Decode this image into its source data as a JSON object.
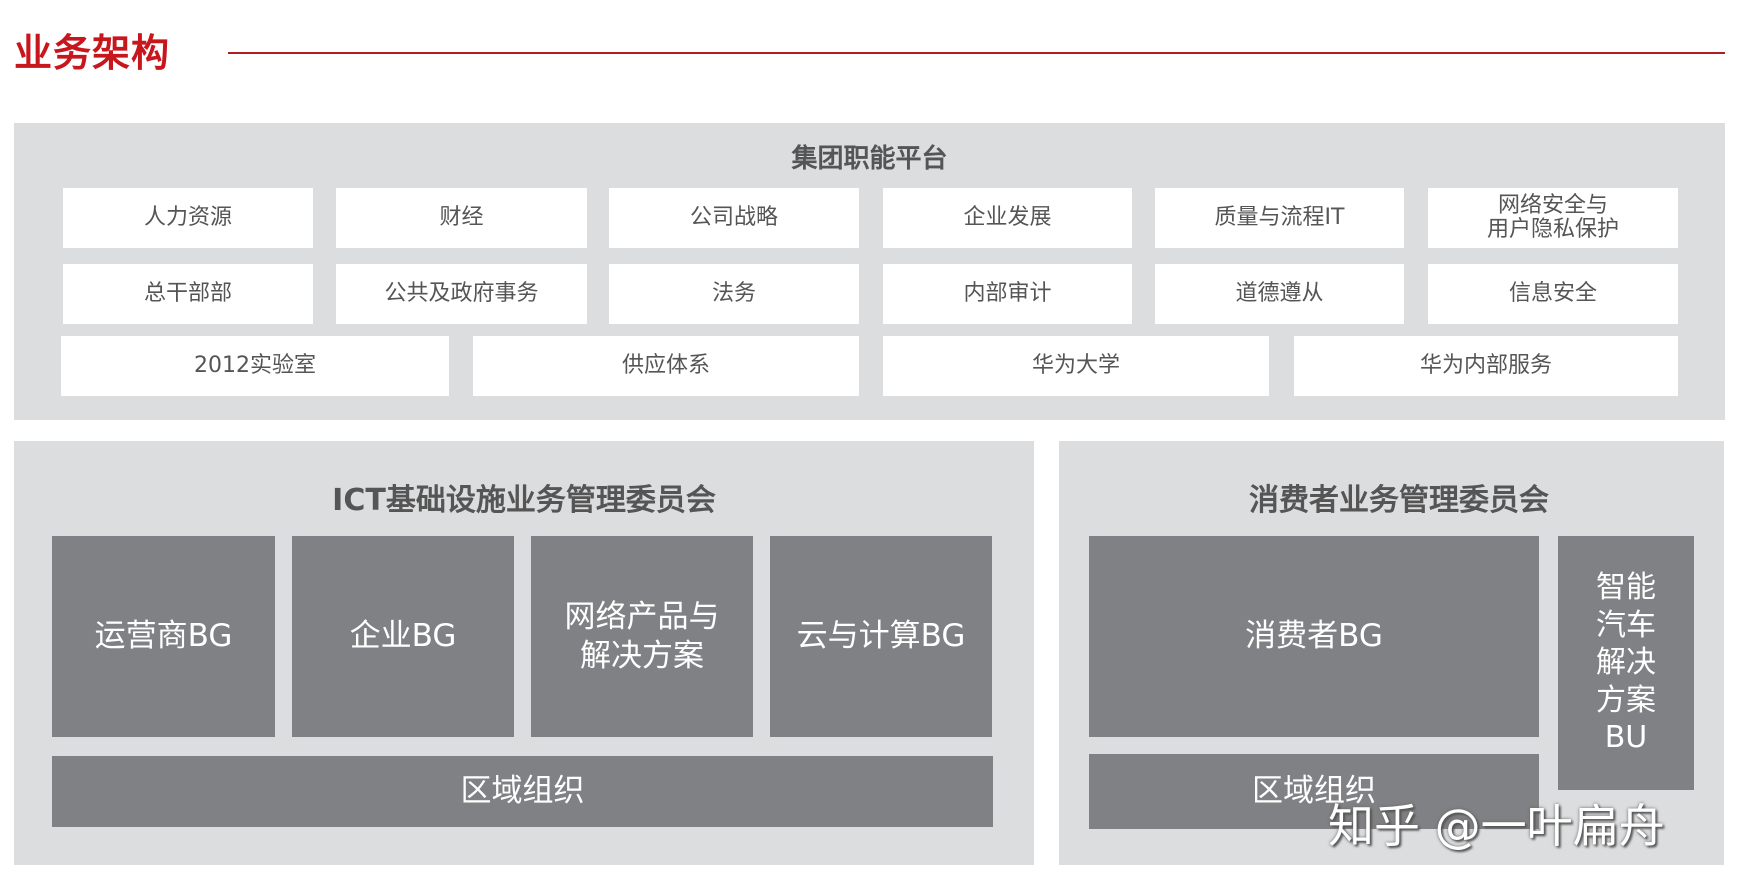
{
  "title": "业务架构",
  "colors": {
    "accent": "#c8161d",
    "panel": "#dcdddf",
    "dark_box": "#808184"
  },
  "group_platform": {
    "header": "集团职能平台",
    "row1": [
      "人力资源",
      "财经",
      "公司战略",
      "企业发展",
      "质量与流程IT",
      "网络安全与\n用户隐私保护"
    ],
    "row2": [
      "总干部部",
      "公共及政府事务",
      "法务",
      "内部审计",
      "道德遵从",
      "信息安全"
    ],
    "row3": [
      "2012实验室",
      "供应体系",
      "华为大学",
      "华为内部服务"
    ]
  },
  "ict": {
    "header": "ICT基础设施业务管理委员会",
    "units": [
      "运营商BG",
      "企业BG",
      "网络产品与\n解决方案",
      "云与计算BG"
    ],
    "region": "区域组织"
  },
  "consumer": {
    "header": "消费者业务管理委员会",
    "bg": "消费者BG",
    "region": "区域组织",
    "auto": "智能\n汽车\n解决\n方案\nBU"
  },
  "watermark": "知乎 @一叶扁舟"
}
